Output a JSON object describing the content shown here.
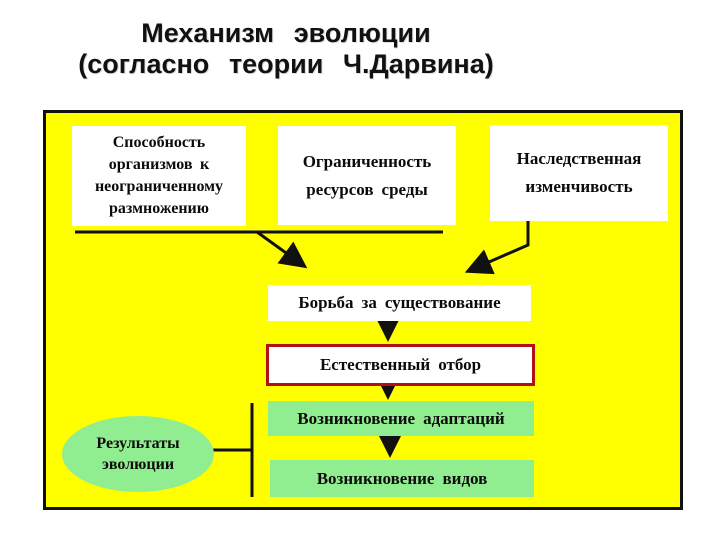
{
  "title": {
    "line1": "Механизм эволюции",
    "line2": "(согласно теории Ч.Дарвина)"
  },
  "diagram": {
    "factors": [
      {
        "id": "reproduction",
        "label": "Способность организмов к неограниченному размножению"
      },
      {
        "id": "resources",
        "label": "Ограниченность ресурсов среды"
      },
      {
        "id": "heredity",
        "label": "Наследственная изменчивость"
      }
    ],
    "struggle": {
      "label": "Борьба за существование"
    },
    "selection": {
      "label": "Естественный отбор"
    },
    "adaptations": {
      "label": "Возникновение адаптаций"
    },
    "species": {
      "label": "Возникновение видов"
    },
    "results": {
      "label": "Результаты эволюции"
    }
  },
  "colors": {
    "panel_background": "#FFFF00",
    "panel_border": "#111111",
    "factor_box_background": "#FFFFFF",
    "green_fill": "#90EE90",
    "selection_border_red": "#B11116",
    "connector_black": "#111111",
    "text": "#0B0B0B"
  }
}
